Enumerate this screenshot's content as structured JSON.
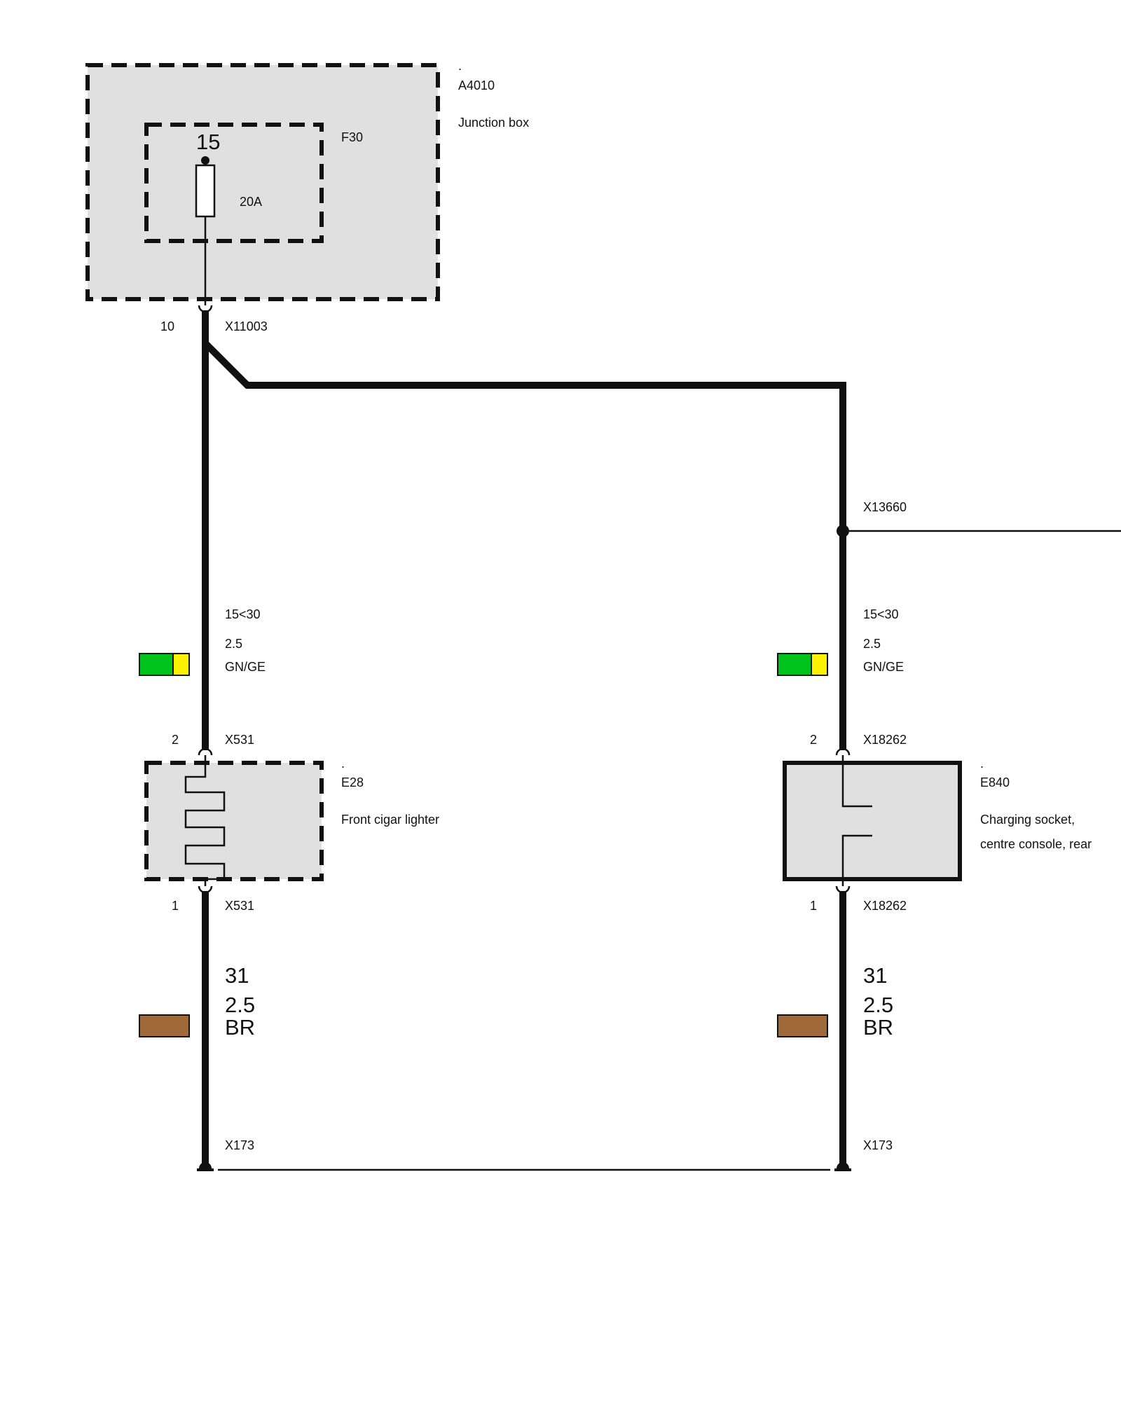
{
  "colors": {
    "background": "#ffffff",
    "box_fill": "#e0e0e0",
    "wire": "#111111",
    "swatch_green": "#00c21d",
    "swatch_yellow": "#fff200",
    "swatch_brown": "#a0693a"
  },
  "junction_box": {
    "dot": ".",
    "id": "A4010",
    "name": "Junction box",
    "fuse_id": "F30",
    "terminal": "15",
    "fuse_rating": "20A",
    "pin": "10",
    "connector": "X11003"
  },
  "splice": {
    "id": "X13660"
  },
  "left_branch": {
    "supply_circuit": "15<30",
    "supply_size": "2.5",
    "supply_color_code": "GN/GE",
    "top_pin": "2",
    "top_connector": "X531",
    "component_dot": ".",
    "component_id": "E28",
    "component_name": "Front cigar lighter",
    "bottom_pin": "1",
    "bottom_connector": "X531",
    "ground_circuit": "31",
    "ground_size": "2.5",
    "ground_color_code": "BR",
    "ground_id": "X173"
  },
  "right_branch": {
    "supply_circuit": "15<30",
    "supply_size": "2.5",
    "supply_color_code": "GN/GE",
    "top_pin": "2",
    "top_connector": "X18262",
    "component_dot": ".",
    "component_id": "E840",
    "component_name_line1": "Charging socket,",
    "component_name_line2": "centre console, rear",
    "bottom_pin": "1",
    "bottom_connector": "X18262",
    "ground_circuit": "31",
    "ground_size": "2.5",
    "ground_color_code": "BR",
    "ground_id": "X173"
  }
}
